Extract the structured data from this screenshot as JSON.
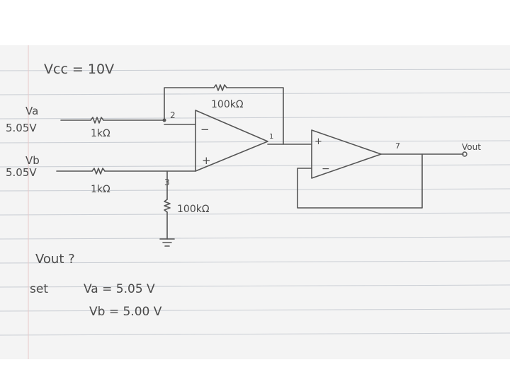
{
  "header": {
    "supply": "Vcc = 10V"
  },
  "inputs": {
    "va_label": "Va",
    "va_value": "5.05V",
    "vb_label": "Vb",
    "vb_value": "5.05V"
  },
  "resistors": {
    "r_in_a": "1kΩ",
    "r_in_b": "1kΩ",
    "r_feedback": "100kΩ",
    "r_ground": "100kΩ"
  },
  "pins": {
    "p1": "1",
    "p2": "2",
    "p3": "3",
    "p7": "7",
    "minus": "−",
    "plus": "+"
  },
  "output": {
    "label": "Vout"
  },
  "notes": {
    "question": "Vout ?",
    "set_word": "set",
    "va_line": "Va = 5.05 V",
    "vb_line": "Vb = 5.00 V"
  },
  "colors": {
    "ink": "#4a4a4a",
    "paper": "#f4f4f4",
    "rule": "#c9cdd3"
  }
}
